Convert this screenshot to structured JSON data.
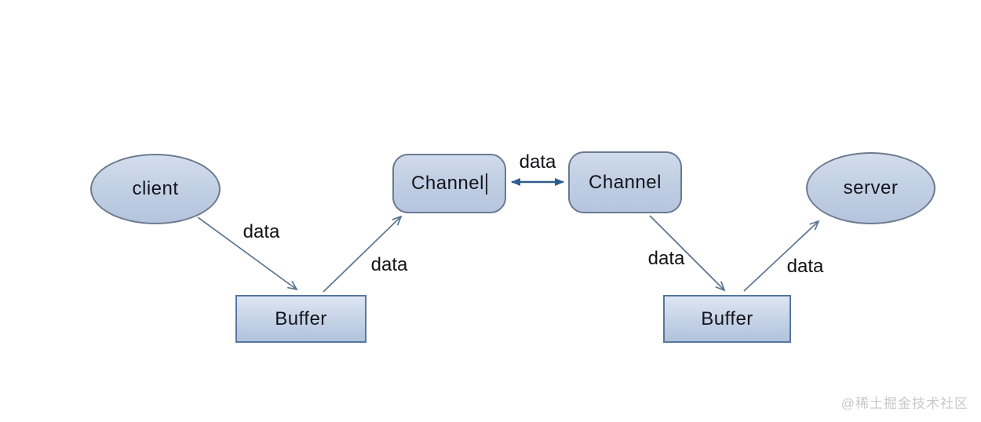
{
  "diagram": {
    "description": "client-server NIO data flow diagram",
    "nodes": [
      {
        "id": "client",
        "label": "client",
        "shape": "ellipse"
      },
      {
        "id": "buffer-left",
        "label": "Buffer",
        "shape": "rect"
      },
      {
        "id": "channel-left",
        "label": "Channel",
        "shape": "rounded",
        "has_text_caret": true
      },
      {
        "id": "channel-right",
        "label": "Channel",
        "shape": "rounded"
      },
      {
        "id": "buffer-right",
        "label": "Buffer",
        "shape": "rect"
      },
      {
        "id": "server",
        "label": "server",
        "shape": "ellipse"
      }
    ],
    "edges": [
      {
        "from": "client",
        "to": "buffer-left",
        "label": "data",
        "direction": "one-way"
      },
      {
        "from": "buffer-left",
        "to": "channel-left",
        "label": "data",
        "direction": "one-way"
      },
      {
        "from": "channel-left",
        "to": "channel-right",
        "label": "data",
        "direction": "two-way"
      },
      {
        "from": "channel-right",
        "to": "buffer-right",
        "label": "data",
        "direction": "one-way"
      },
      {
        "from": "buffer-right",
        "to": "server",
        "label": "data",
        "direction": "one-way"
      }
    ],
    "colors": {
      "node_fill_top": "#d3deee",
      "node_fill_bottom": "#b5c4dc",
      "ellipse_border": "#6e7b8e",
      "rect_border": "#56779f",
      "arrow_stroke": "#5c7390",
      "double_arrow_stroke": "#2e5c8e",
      "text": "#14141c"
    }
  },
  "watermark": {
    "text": "@稀土掘金技术社区"
  }
}
